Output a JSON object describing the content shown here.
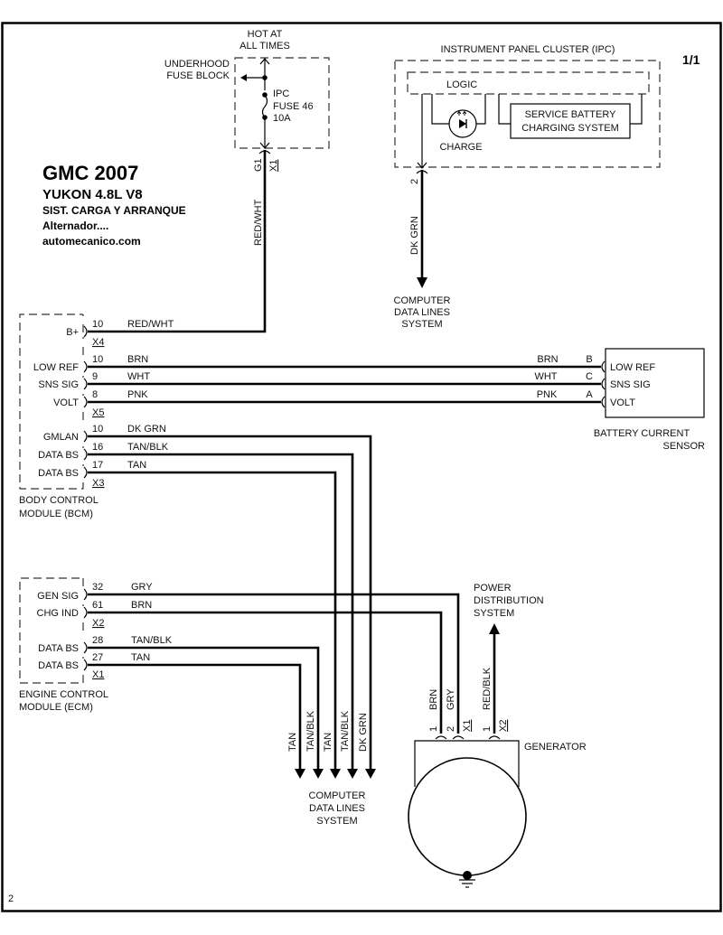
{
  "page": {
    "sheet": "1/1",
    "corner_mark": "2"
  },
  "title_block": {
    "line1": "GMC 2007",
    "line2": "YUKON  4.8L  V8",
    "line3": "SIST. CARGA Y ARRANQUE",
    "line4": "Alternador....",
    "line5": "automecanico.com"
  },
  "fuse_block": {
    "hot_label_1": "HOT AT",
    "hot_label_2": "ALL TIMES",
    "name_1": "UNDERHOOD",
    "name_2": "FUSE BLOCK",
    "fuse_1": "IPC",
    "fuse_2": "FUSE 46",
    "fuse_3": "10A",
    "pin": "G1",
    "connector": "X1",
    "wire_color": "RED/WHT"
  },
  "ipc": {
    "name": "INSTRUMENT PANEL CLUSTER (IPC)",
    "logic": "LOGIC",
    "charge": "CHARGE",
    "service_1": "SERVICE BATTERY",
    "service_2": "CHARGING SYSTEM",
    "pin": "2",
    "wire_color": "DK GRN",
    "dest_1": "COMPUTER",
    "dest_2": "DATA LINES",
    "dest_3": "SYSTEM"
  },
  "bcm": {
    "name_1": "BODY CONTROL",
    "name_2": "MODULE (BCM)",
    "connectors": [
      "X4",
      "X5",
      "X3"
    ],
    "pins": [
      {
        "label": "B+",
        "pin": "10",
        "color": "RED/WHT"
      },
      {
        "label": "LOW REF",
        "pin": "10",
        "color": "BRN"
      },
      {
        "label": "SNS SIG",
        "pin": "9",
        "color": "WHT"
      },
      {
        "label": "VOLT",
        "pin": "8",
        "color": "PNK"
      },
      {
        "label": "GMLAN",
        "pin": "10",
        "color": "DK GRN"
      },
      {
        "label": "DATA BS",
        "pin": "16",
        "color": "TAN/BLK"
      },
      {
        "label": "DATA BS",
        "pin": "17",
        "color": "TAN"
      }
    ]
  },
  "sensor": {
    "name_1": "BATTERY CURRENT",
    "name_2": "SENSOR",
    "pins": [
      {
        "label": "LOW REF",
        "pin": "B",
        "color": "BRN"
      },
      {
        "label": "SNS SIG",
        "pin": "C",
        "color": "WHT"
      },
      {
        "label": "VOLT",
        "pin": "A",
        "color": "PNK"
      }
    ]
  },
  "ecm": {
    "name_1": "ENGINE CONTROL",
    "name_2": "MODULE (ECM)",
    "connectors": [
      "X2",
      "X1"
    ],
    "pins": [
      {
        "label": "GEN SIG",
        "pin": "32",
        "color": "GRY"
      },
      {
        "label": "CHG IND",
        "pin": "61",
        "color": "BRN"
      },
      {
        "label": "DATA BS",
        "pin": "28",
        "color": "TAN/BLK"
      },
      {
        "label": "DATA BS",
        "pin": "27",
        "color": "TAN"
      }
    ]
  },
  "data_lines": {
    "wire_labels": [
      "TAN",
      "TAN/BLK",
      "TAN",
      "TAN/BLK",
      "DK GRN"
    ],
    "dest_1": "COMPUTER",
    "dest_2": "DATA LINES",
    "dest_3": "SYSTEM"
  },
  "generator": {
    "name": "GENERATOR",
    "x1_pins": [
      {
        "pin": "1",
        "color": "BRN"
      },
      {
        "pin": "2",
        "color": "GRY"
      }
    ],
    "x1": "X1",
    "x2_pin": "1",
    "x2_color": "RED/BLK",
    "x2": "X2",
    "power_1": "POWER",
    "power_2": "DISTRIBUTION",
    "power_3": "SYSTEM"
  }
}
